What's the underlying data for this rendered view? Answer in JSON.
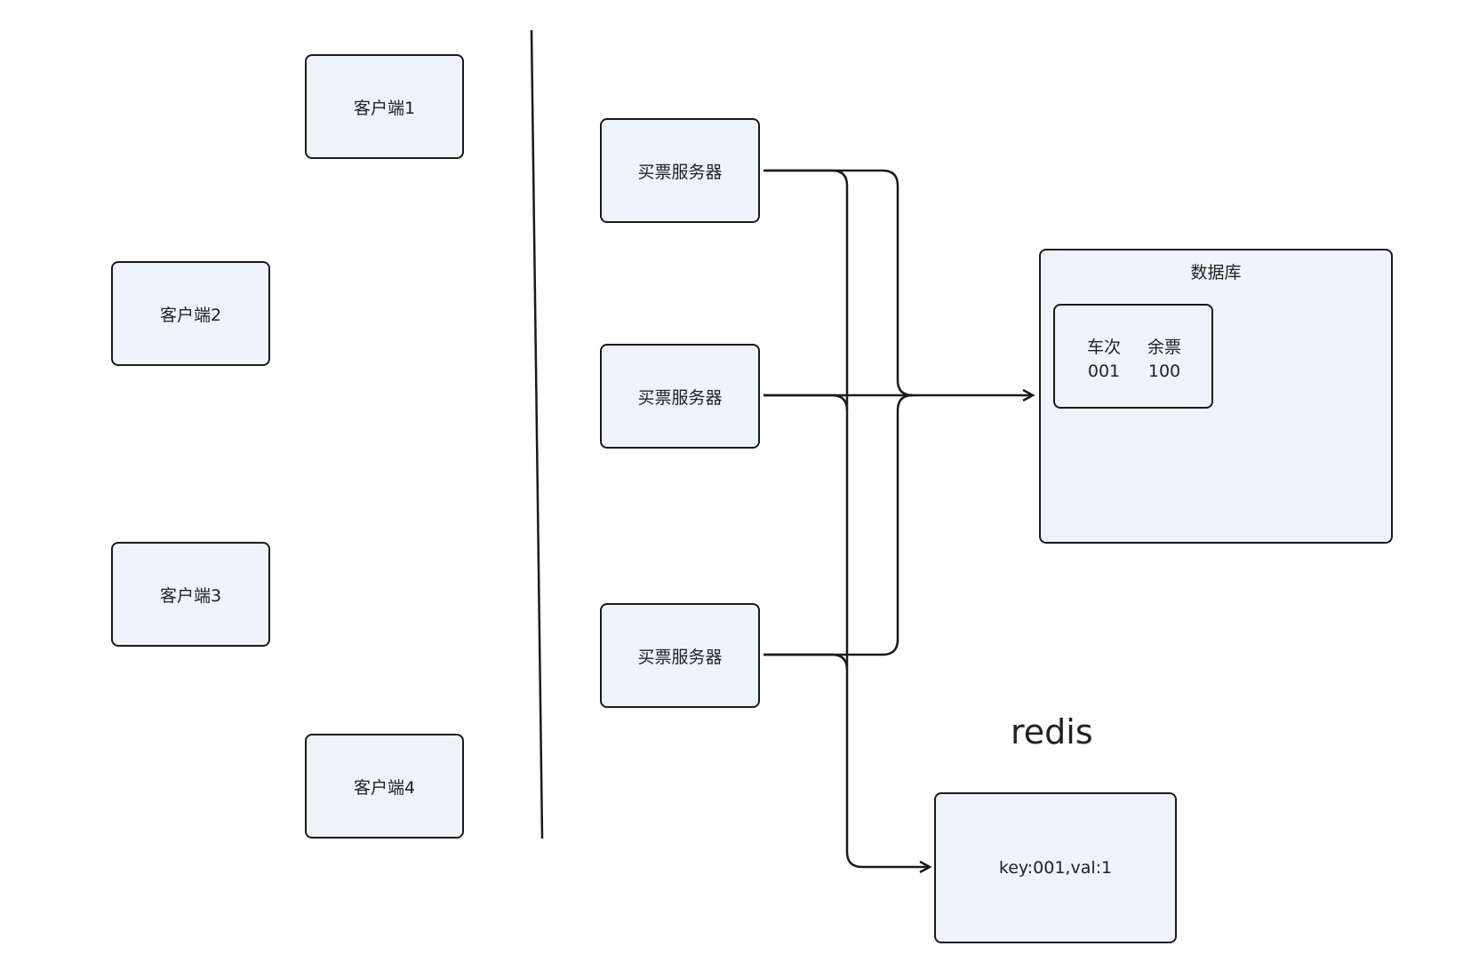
{
  "clients": [
    "客户端1",
    "客户端2",
    "客户端3",
    "客户端4"
  ],
  "servers": [
    "买票服务器",
    "买票服务器",
    "买票服务器"
  ],
  "database": {
    "title": "数据库",
    "table": {
      "headers": [
        "车次",
        "余票"
      ],
      "row": [
        "001",
        "100"
      ]
    }
  },
  "redis": {
    "label": "redis",
    "content": "key:001,val:1"
  }
}
